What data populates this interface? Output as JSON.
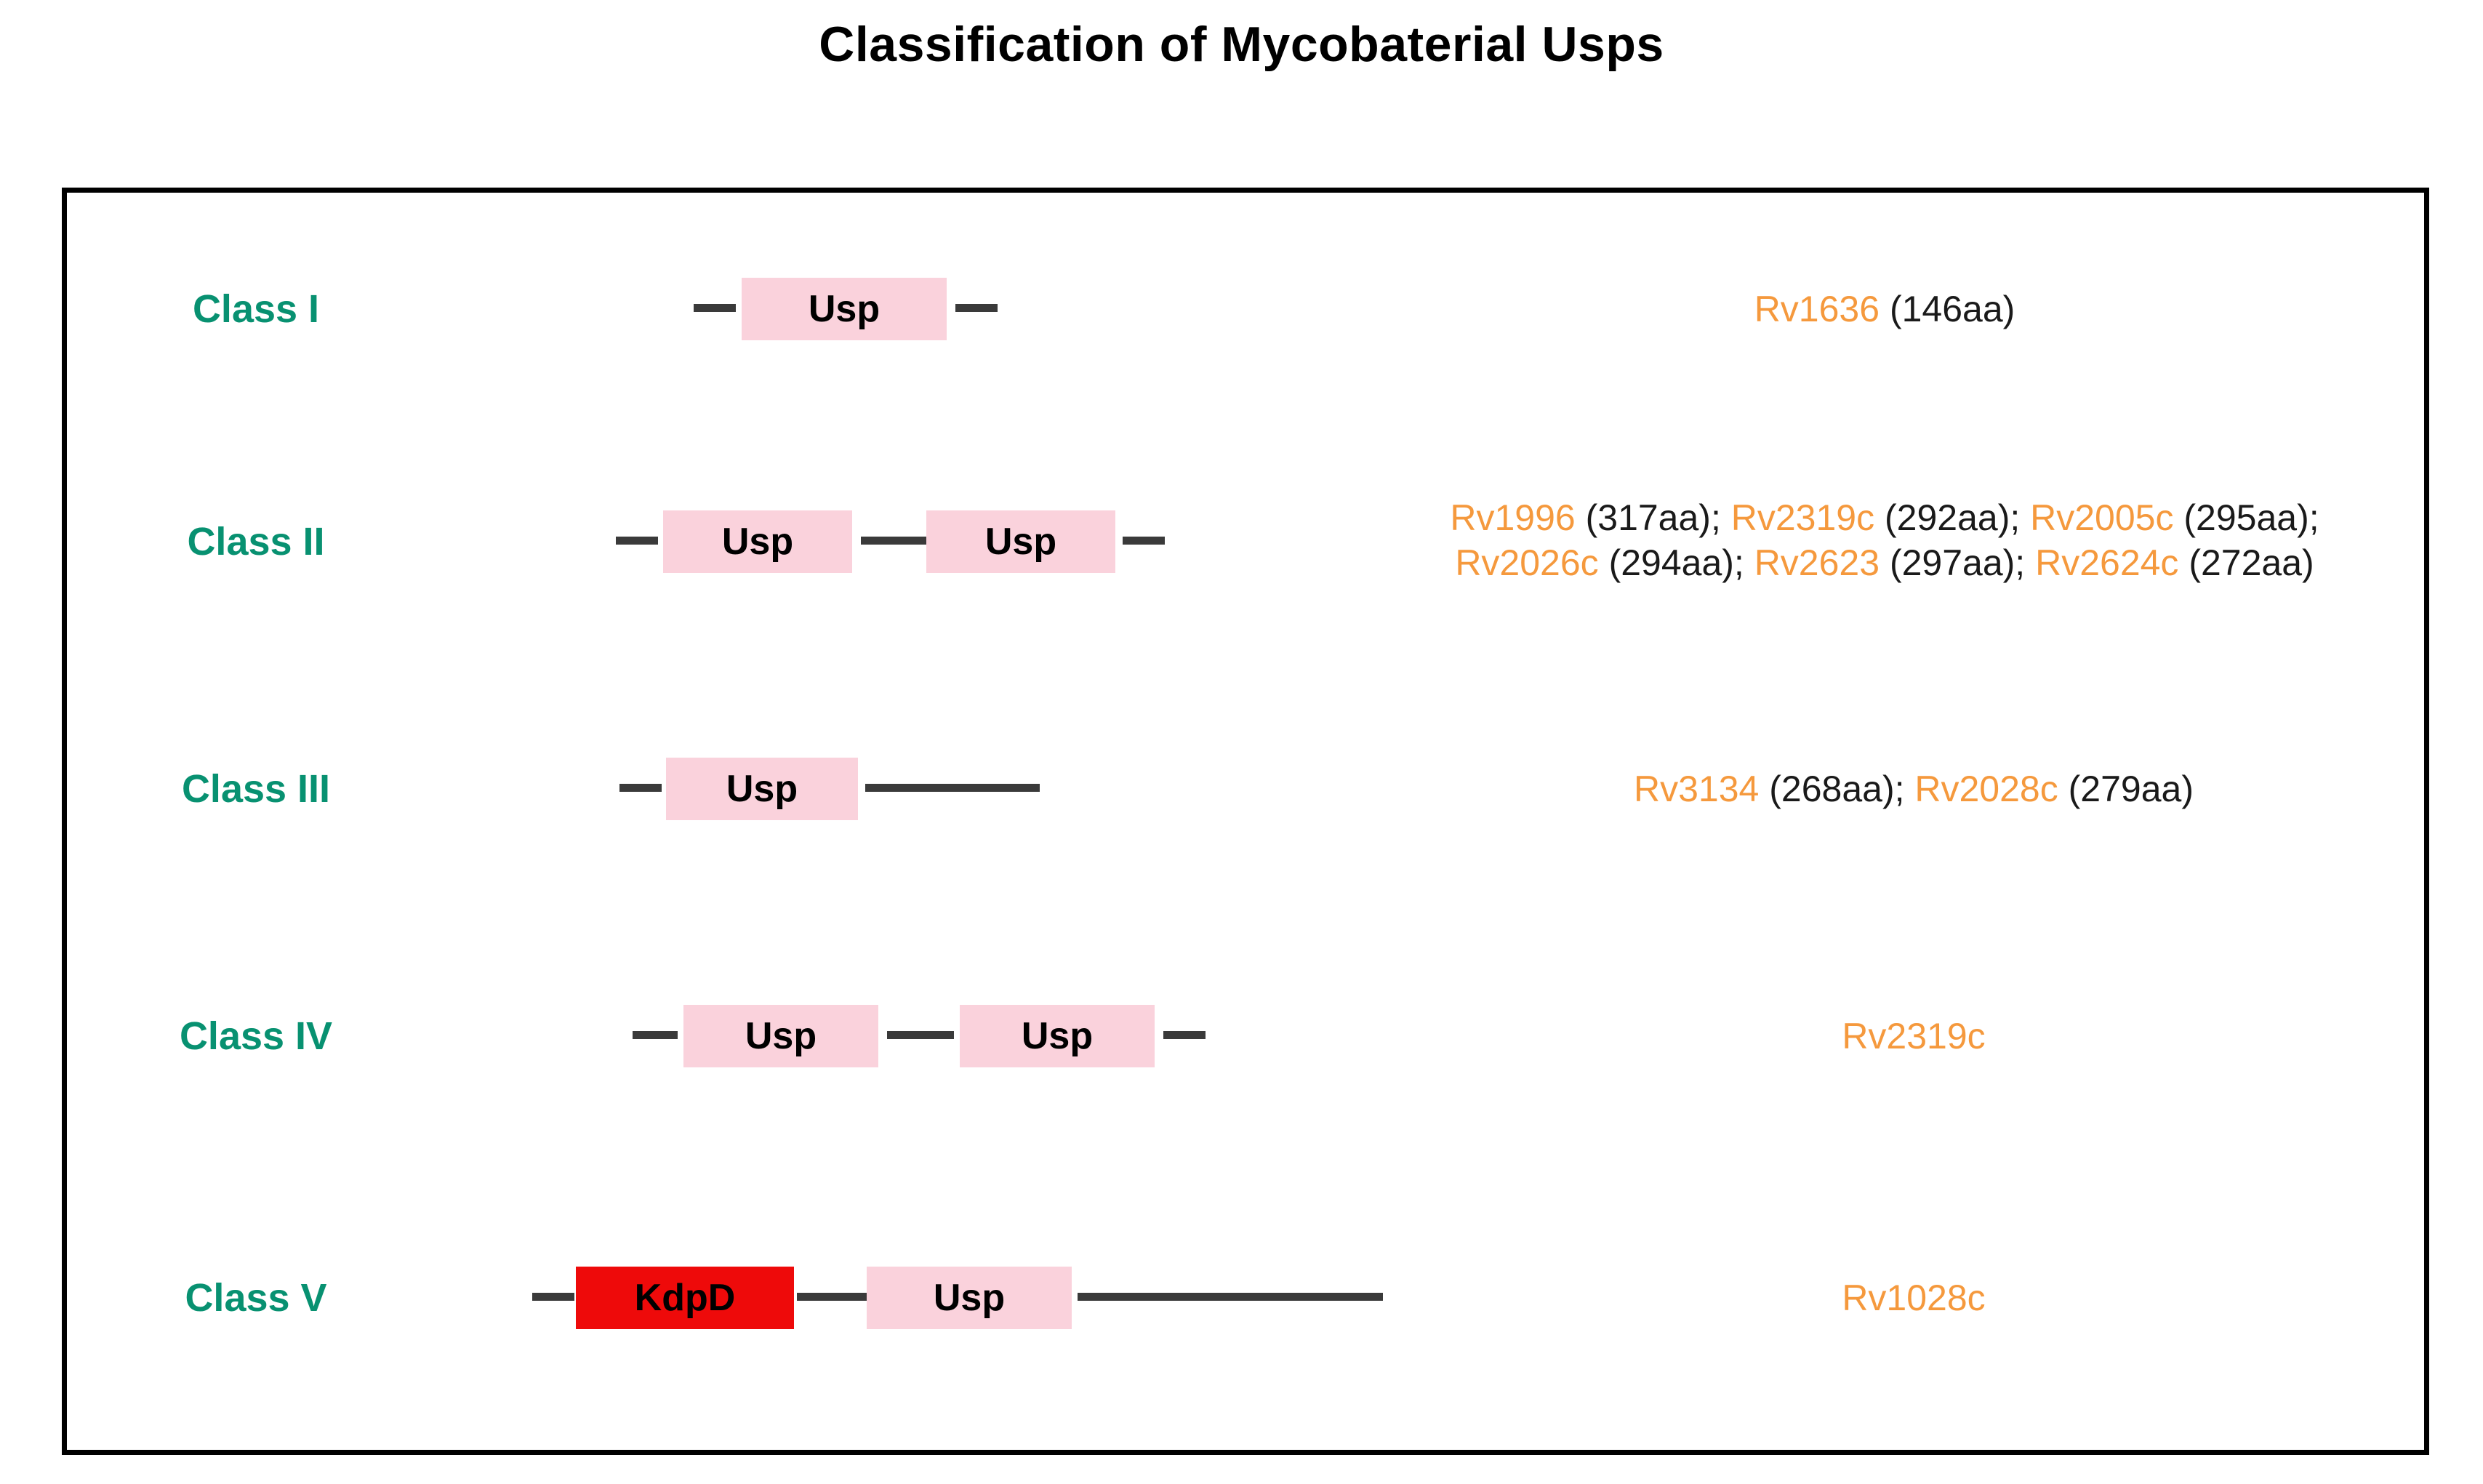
{
  "figure": {
    "title": "Classification of Mycobaterial Usps",
    "colors": {
      "class_label": "#089171",
      "gene_id": "#f5993d",
      "usp_domain": "#fad2dc",
      "kdpd_domain": "#ee0a0a",
      "linker": "#3a3a3a",
      "frame": "#000000",
      "background": "#ffffff"
    }
  },
  "classes": [
    {
      "label": "Class I",
      "domains": [
        {
          "name": "Usp"
        }
      ],
      "annotation_lines": [
        [
          {
            "gene": "Rv1636",
            "length": "(146aa)"
          }
        ]
      ]
    },
    {
      "label": "Class II",
      "domains": [
        {
          "name": "Usp"
        },
        {
          "name": "Usp"
        }
      ],
      "annotation_lines": [
        [
          {
            "gene": "Rv1996",
            "length": "(317aa);"
          },
          {
            "gene": "Rv2319c",
            "length": "(292aa);"
          },
          {
            "gene": "Rv2005c",
            "length": "(295aa);"
          }
        ],
        [
          {
            "gene": "Rv2026c",
            "length": "(294aa);"
          },
          {
            "gene": "Rv2623",
            "length": "(297aa);"
          },
          {
            "gene": "Rv2624c",
            "length": "(272aa)"
          }
        ]
      ]
    },
    {
      "label": "Class III",
      "domains": [
        {
          "name": "Usp"
        }
      ],
      "annotation_lines": [
        [
          {
            "gene": "Rv3134",
            "length": "(268aa);"
          },
          {
            "gene": "Rv2028c",
            "length": "(279aa)"
          }
        ]
      ]
    },
    {
      "label": "Class IV",
      "domains": [
        {
          "name": "Usp"
        },
        {
          "name": "Usp"
        }
      ],
      "annotation_lines": [
        [
          {
            "gene": "Rv2319c",
            "length": ""
          }
        ]
      ]
    },
    {
      "label": "Class V",
      "domains": [
        {
          "name": "KdpD"
        },
        {
          "name": "Usp"
        }
      ],
      "annotation_lines": [
        [
          {
            "gene": "Rv1028c",
            "length": ""
          }
        ]
      ]
    }
  ]
}
